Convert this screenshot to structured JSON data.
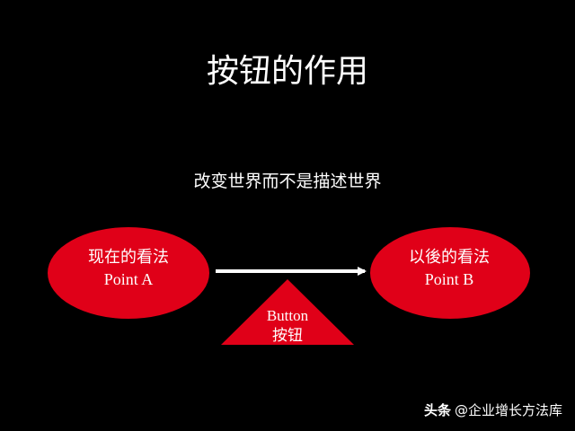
{
  "slide": {
    "title": "按钮的作用",
    "subtitle": "改变世界而不是描述世界"
  },
  "diagram": {
    "point_a": {
      "zh": "现在的看法",
      "en": "Point A"
    },
    "point_b": {
      "zh": "以後的看法",
      "en": "Point B"
    },
    "button": {
      "en": "Button",
      "zh": "按钮"
    },
    "colors": {
      "shape_fill": "#e00018",
      "arrow": "#ffffff",
      "background": "#000000",
      "text": "#ffffff"
    }
  },
  "watermark": {
    "brand": "头条",
    "handle": "@企业增长方法库"
  }
}
